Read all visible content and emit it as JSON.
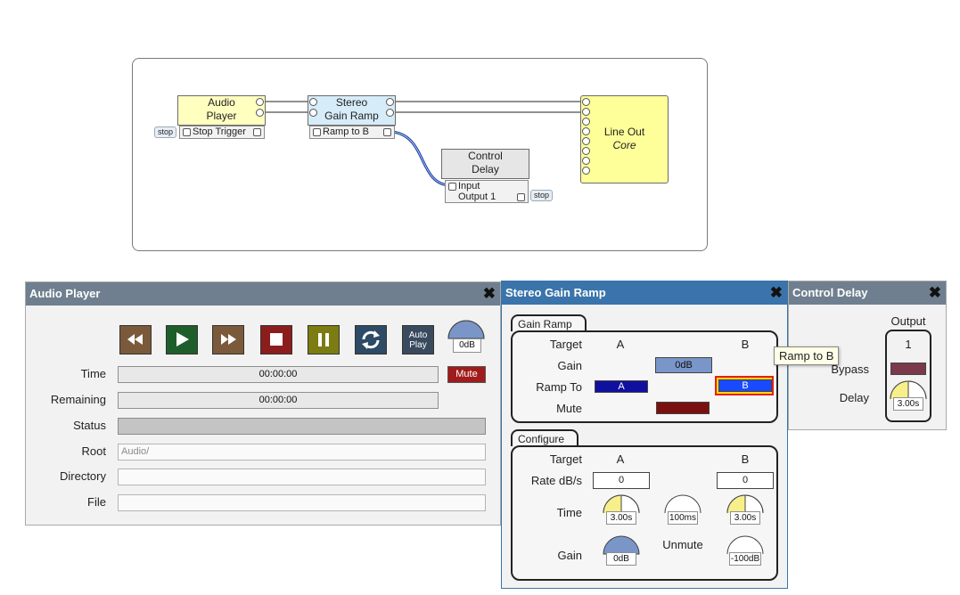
{
  "schematic": {
    "audio_player": {
      "line1": "Audio",
      "line2": "Player",
      "sub": "Stop Trigger",
      "tag": "stop"
    },
    "gain_ramp": {
      "line1": "Stereo",
      "line2": "Gain Ramp",
      "sub": "Ramp to B"
    },
    "control_delay": {
      "line1": "Control",
      "line2": "Delay",
      "input": "Input",
      "output": "Output 1",
      "tag": "stop"
    },
    "line_out": {
      "line1": "Line Out",
      "line2": "Core"
    }
  },
  "audio_player_panel": {
    "title": "Audio Player",
    "auto_play_1": "Auto",
    "auto_play_2": "Play",
    "level_knob": "0dB",
    "time_label": "Time",
    "time_value": "00:00:00",
    "mute": "Mute",
    "remaining_label": "Remaining",
    "remaining_value": "00:00:00",
    "status_label": "Status",
    "root_label": "Root",
    "root_value": "Audio/",
    "directory_label": "Directory",
    "file_label": "File"
  },
  "gain_ramp_panel": {
    "title": "Stereo Gain Ramp",
    "group1": "Gain Ramp",
    "target_label": "Target",
    "col_a": "A",
    "col_b": "B",
    "gain_label": "Gain",
    "gain_value": "0dB",
    "ramp_to_label": "Ramp To",
    "ramp_a": "A",
    "ramp_b": "B",
    "mute_label": "Mute",
    "group2": "Configure",
    "target2_label": "Target",
    "col2_a": "A",
    "col2_b": "B",
    "rate_label": "Rate dB/s",
    "rate_a": "0",
    "rate_b": "0",
    "time_label": "Time",
    "time_a": "3.00s",
    "time_mid": "100ms",
    "time_b": "3.00s",
    "gain2_label": "Gain",
    "unmute_label": "Unmute",
    "gain_knob": "0dB",
    "unmute_knob": "-100dB"
  },
  "control_delay_panel": {
    "title": "Control Delay",
    "output_label": "Output",
    "output_value": "1",
    "bypass_label": "Bypass",
    "delay_label": "Delay",
    "delay_knob": "3.00s"
  },
  "tooltip": "Ramp to B",
  "colors": {
    "panel_head": "#6f7f8f",
    "active_head": "#3a74aa",
    "mute_red": "#a01c1c",
    "level_blue": "#1010a0"
  }
}
